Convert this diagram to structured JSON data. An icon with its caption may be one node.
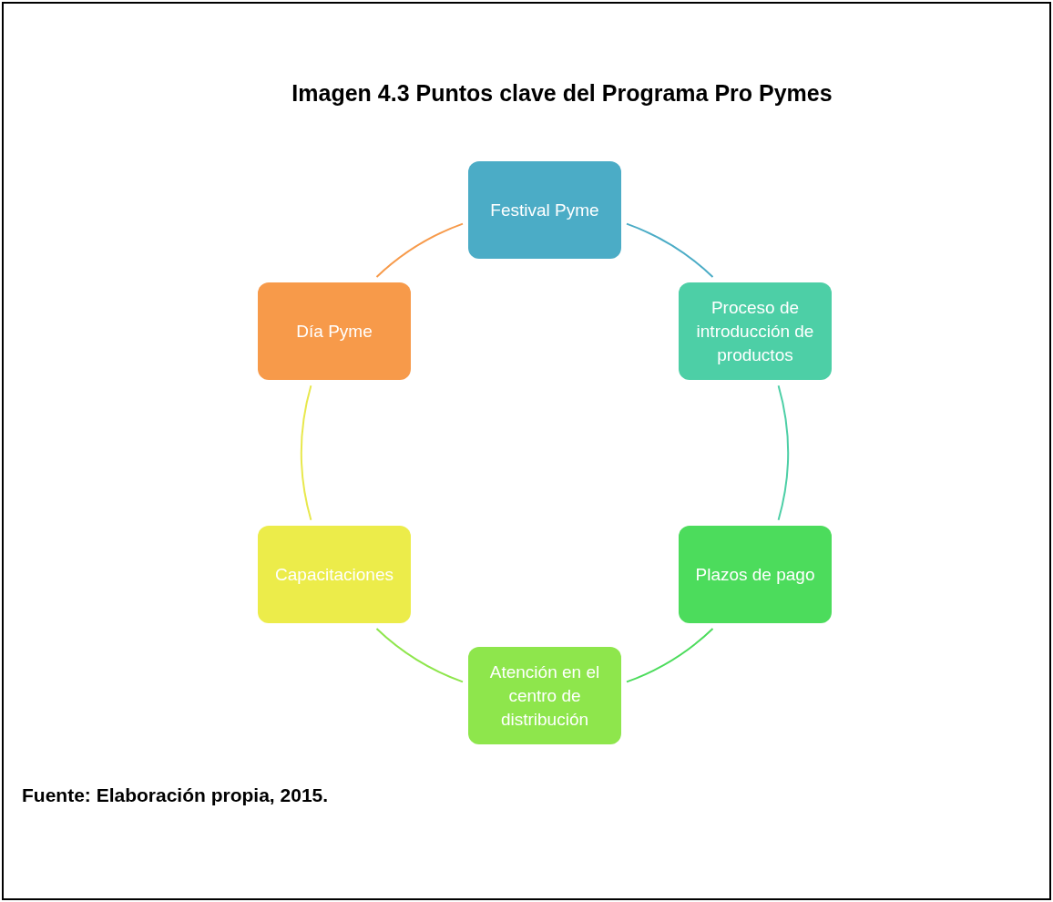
{
  "diagram": {
    "title": "Imagen 4.3 Puntos clave del Programa Pro Pymes",
    "caption": "Fuente: Elaboración propia, 2015.",
    "nodes": [
      {
        "text": [
          "Festival Pyme"
        ]
      },
      {
        "text": [
          "Proceso de introducción de productos"
        ]
      },
      {
        "text": [
          "Plazos de pago"
        ]
      },
      {
        "text": [
          "Atención en el centro de distribución"
        ]
      },
      {
        "text": [
          "Capacitaciones"
        ]
      },
      {
        "text": [
          "Día Pyme"
        ]
      }
    ],
    "edges": [
      {
        "from": 0,
        "to": 1,
        "arrow": "none",
        "color": "#4bacc6"
      },
      {
        "from": 1,
        "to": 2,
        "arrow": "none",
        "color": "#4dcfa6"
      },
      {
        "from": 2,
        "to": 3,
        "arrow": "none",
        "color": "#4cdc5c"
      },
      {
        "from": 3,
        "to": 4,
        "arrow": "none",
        "color": "#8ee64c"
      },
      {
        "from": 4,
        "to": 5,
        "arrow": "none",
        "color": "#e8e84c"
      },
      {
        "from": 5,
        "to": 0,
        "arrow": "none",
        "color": "#f79a4a"
      }
    ]
  }
}
